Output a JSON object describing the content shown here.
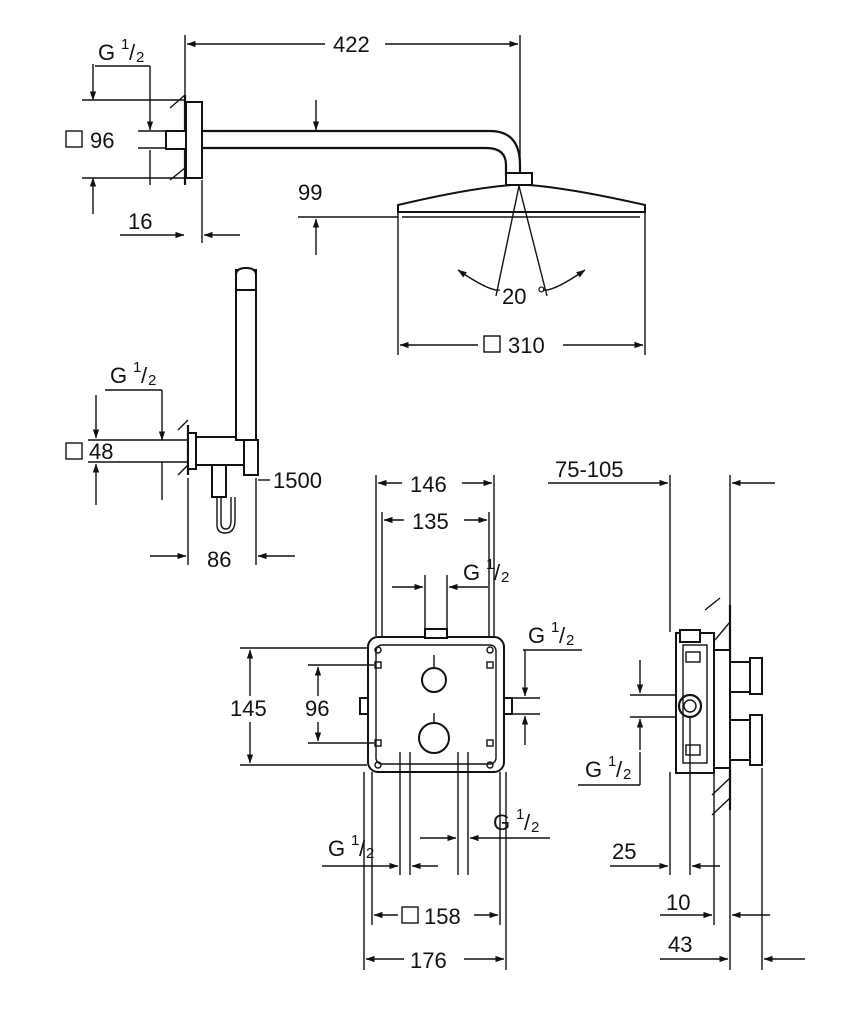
{
  "diagram": {
    "type": "technical-drawing",
    "units": "mm",
    "colors": {
      "line": "#111111",
      "background": "#ffffff"
    },
    "top_view": {
      "width": "422",
      "height": "99",
      "offset": "16",
      "wall_plate": "96",
      "connection": "G",
      "connection_fraction_num": "1",
      "connection_fraction_den": "2",
      "spray_angle": "20",
      "angle_unit": "°",
      "head_size": "310"
    },
    "hand_shower": {
      "bracket": "48",
      "depth": "86",
      "hose_length": "1500",
      "connection": "G",
      "connection_fraction_num": "1",
      "connection_fraction_den": "2"
    },
    "front_view": {
      "width_outer": "146",
      "width_inner": "135",
      "height": "145",
      "spacing": "96",
      "plate": "158",
      "total": "176",
      "connection": "G",
      "connection_fraction_num": "1",
      "connection_fraction_den": "2"
    },
    "side_view": {
      "depth_range": "75-105",
      "d1": "25",
      "d2": "10",
      "d3": "43",
      "connection": "G",
      "connection_fraction_num": "1",
      "connection_fraction_den": "2"
    }
  }
}
